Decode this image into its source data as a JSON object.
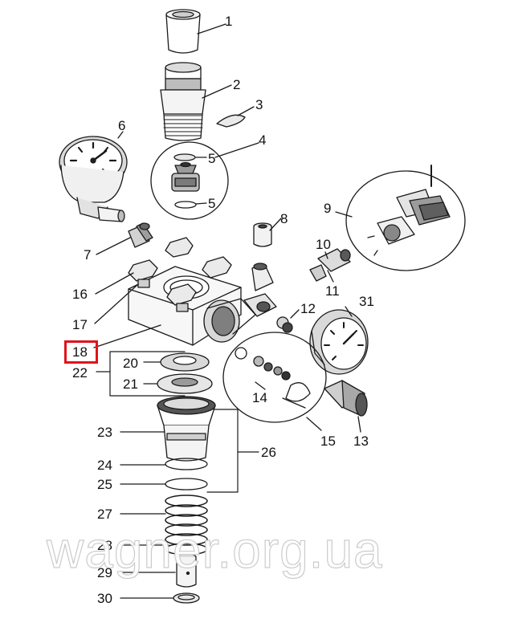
{
  "labels": {
    "l1": "1",
    "l2": "2",
    "l3": "3",
    "l4": "4",
    "l5a": "5",
    "l5b": "5",
    "l6": "6",
    "l7": "7",
    "l8": "8",
    "l9": "9",
    "l10": "10",
    "l11": "11",
    "l12": "12",
    "l13": "13",
    "l14": "14",
    "l15": "15",
    "l16": "16",
    "l17": "17",
    "l18": "18",
    "l20": "20",
    "l21": "21",
    "l22": "22",
    "l23": "23",
    "l24": "24",
    "l25": "25",
    "l26": "26",
    "l27": "27",
    "l28": "28",
    "l29": "29",
    "l30": "30",
    "l31": "31"
  },
  "highlight": {
    "part": "18",
    "color": "#e0141b"
  },
  "watermark": "wagner.org.ua"
}
